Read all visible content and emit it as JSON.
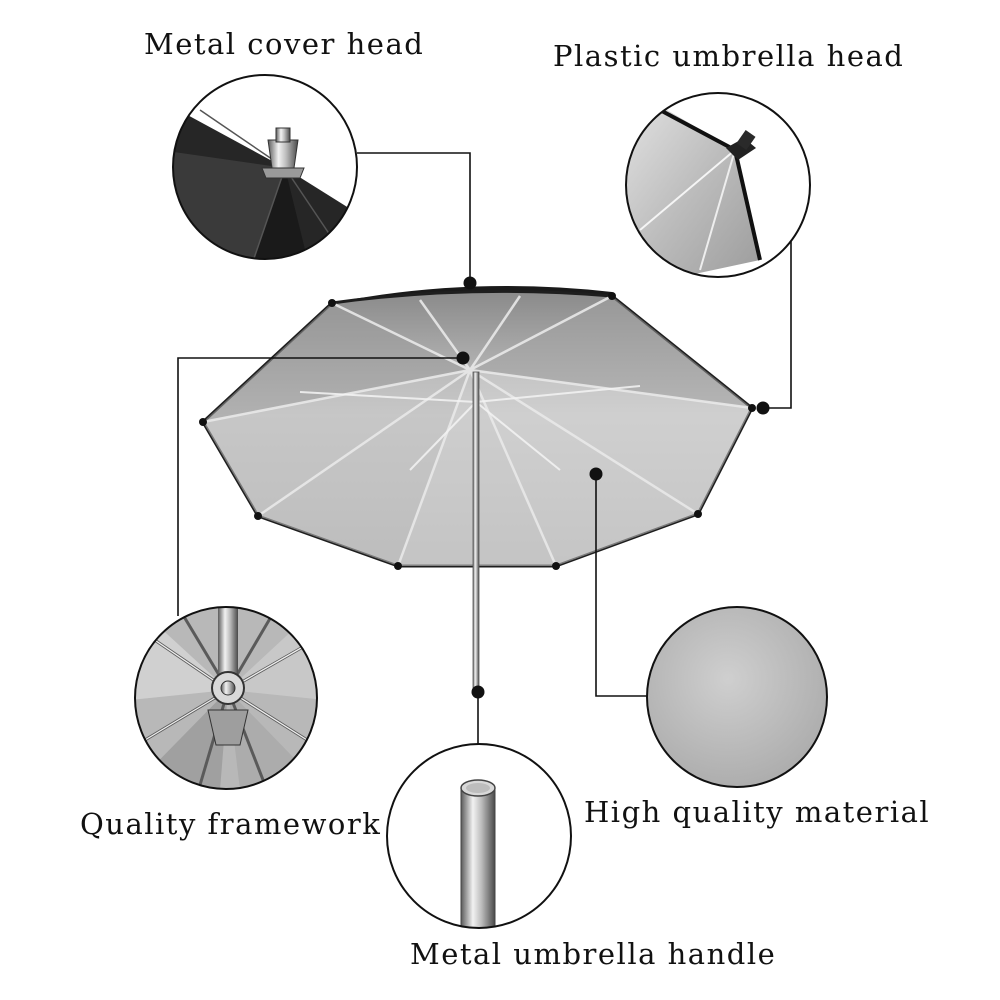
{
  "labels": {
    "metal_cover_head": "Metal cover head",
    "plastic_umbrella_head": "Plastic umbrella head",
    "quality_framework": "Quality framework",
    "high_quality_material": "High quality material",
    "metal_umbrella_handle": "Metal umbrella handle"
  }
}
